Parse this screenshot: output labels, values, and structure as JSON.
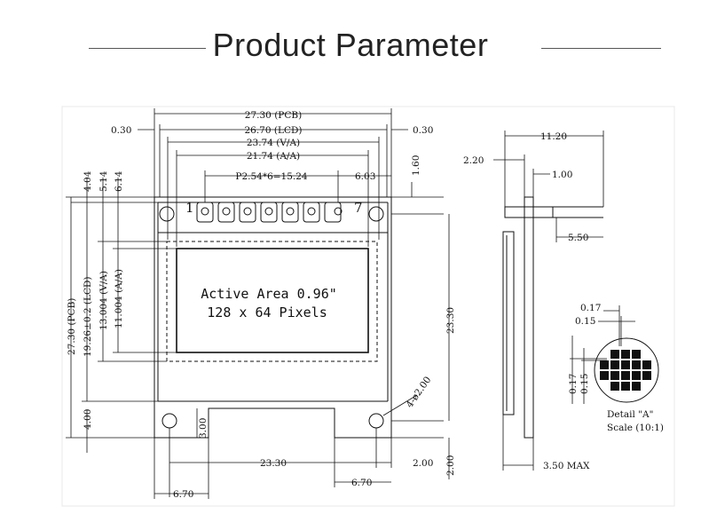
{
  "header": {
    "title": "Product Parameter"
  },
  "front_view": {
    "dims": {
      "pcb_width": "27.30 (PCB)",
      "lcd_width": "26.70 (LCD)",
      "va_width": "23.74 (V/A)",
      "aa_width": "21.74 (A/A)",
      "left_offset": "0.30",
      "right_offset": "0.30",
      "pin_pitch": "P2.54*6=15.24",
      "pin_right": "6.03",
      "pin_top": "1.60",
      "pcb_height": "27.30 (PCB)",
      "lcd_height": "19.26±0.2 (LCD)",
      "va_height": "13.004 (V/A)",
      "aa_height": "11.004 (A/A)",
      "top_404": "4.04",
      "top_514": "5.14",
      "top_614": "6.14",
      "bottom_400": "4.00",
      "notch_300": "3.00",
      "hole_span_h": "23.30",
      "hole_span_v": "23.30",
      "right_200": "2.00",
      "bottom_200": "2.00",
      "left_670": "6.70",
      "notch_670": "6.70",
      "holes": "4-ø2.00"
    },
    "pin_labels": {
      "first": "1",
      "last": "7"
    },
    "active_area": {
      "line1": "Active Area 0.96\"",
      "line2": "128 x 64 Pixels"
    }
  },
  "side_view": {
    "dims": {
      "thickness": "11.20",
      "left": "2.20",
      "pin": "1.00",
      "pin_len": "5.50",
      "max": "3.50 MAX"
    }
  },
  "detail": {
    "dims": {
      "h1": "0.17",
      "h2": "0.15",
      "v1": "0.17",
      "v2": "0.15"
    },
    "label1": "Detail \"A\"",
    "label2": "Scale (10:1)"
  }
}
